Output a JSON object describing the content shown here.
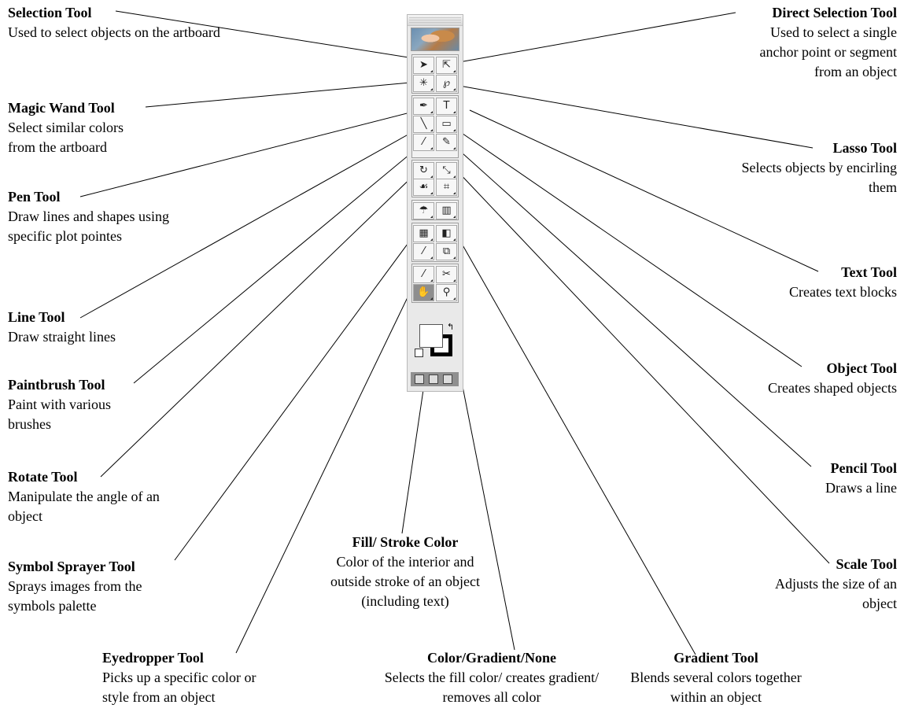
{
  "labels": {
    "selection": {
      "title": "Selection Tool",
      "desc": "Used to select objects on the artboard"
    },
    "direct_selection": {
      "title": "Direct Selection Tool",
      "desc": "Used to select a single anchor point or segment from an object"
    },
    "magic_wand": {
      "title": "Magic Wand Tool",
      "desc": "Select similar colors from the artboard"
    },
    "lasso": {
      "title": "Lasso Tool",
      "desc": "Selects objects by encirling them"
    },
    "pen": {
      "title": "Pen Tool",
      "desc": "Draw lines and shapes using specific plot pointes"
    },
    "text": {
      "title": "Text Tool",
      "desc": "Creates text blocks"
    },
    "line": {
      "title": "Line Tool",
      "desc": "Draw straight lines"
    },
    "object": {
      "title": "Object Tool",
      "desc": "Creates shaped objects"
    },
    "paintbrush": {
      "title": "Paintbrush Tool",
      "desc": "Paint with various brushes"
    },
    "pencil": {
      "title": "Pencil Tool",
      "desc": "Draws a line"
    },
    "rotate": {
      "title": "Rotate Tool",
      "desc": "Manipulate the angle of an object"
    },
    "symbol_sprayer": {
      "title": "Symbol Sprayer Tool",
      "desc": "Sprays  images from the symbols palette"
    },
    "fill_stroke": {
      "title": "Fill/ Stroke Color",
      "desc": "Color of the interior and outside stroke of an object (including text)"
    },
    "scale": {
      "title": "Scale Tool",
      "desc": "Adjusts the size of an object"
    },
    "eyedropper": {
      "title": "Eyedropper Tool",
      "desc": "Picks up a specific color or style from an object"
    },
    "color_gradient_none": {
      "title": "Color/Gradient/None",
      "desc": "Selects the fill color/ creates gradient/ removes all color"
    },
    "gradient": {
      "title": "Gradient Tool",
      "desc": "Blends several colors together within an object"
    }
  },
  "toolbox": {
    "tools": [
      {
        "name": "selection-tool",
        "glyph": "➤"
      },
      {
        "name": "direct-selection-tool",
        "glyph": "⇱"
      },
      {
        "name": "magic-wand-tool",
        "glyph": "✳"
      },
      {
        "name": "lasso-tool",
        "glyph": "℘"
      },
      {
        "name": "pen-tool",
        "glyph": "✒"
      },
      {
        "name": "type-tool",
        "glyph": "T"
      },
      {
        "name": "line-tool",
        "glyph": "╲"
      },
      {
        "name": "rectangle-tool",
        "glyph": "▭"
      },
      {
        "name": "paintbrush-tool",
        "glyph": "⁄"
      },
      {
        "name": "pencil-tool",
        "glyph": "✎"
      },
      {
        "name": "rotate-tool",
        "glyph": "↻"
      },
      {
        "name": "scale-tool",
        "glyph": "⤡"
      },
      {
        "name": "warp-tool",
        "glyph": "☙"
      },
      {
        "name": "free-transform-tool",
        "glyph": "⌗"
      },
      {
        "name": "symbol-sprayer-tool",
        "glyph": "☂"
      },
      {
        "name": "graph-tool",
        "glyph": "▥"
      },
      {
        "name": "mesh-tool",
        "glyph": "▦"
      },
      {
        "name": "gradient-tool",
        "glyph": "◧"
      },
      {
        "name": "eyedropper-tool",
        "glyph": "⁄"
      },
      {
        "name": "blend-tool",
        "glyph": "⧉"
      },
      {
        "name": "slice-tool",
        "glyph": "⁄"
      },
      {
        "name": "scissors-tool",
        "glyph": "✂"
      },
      {
        "name": "hand-tool",
        "glyph": "✋"
      },
      {
        "name": "zoom-tool",
        "glyph": "⚲"
      }
    ]
  }
}
